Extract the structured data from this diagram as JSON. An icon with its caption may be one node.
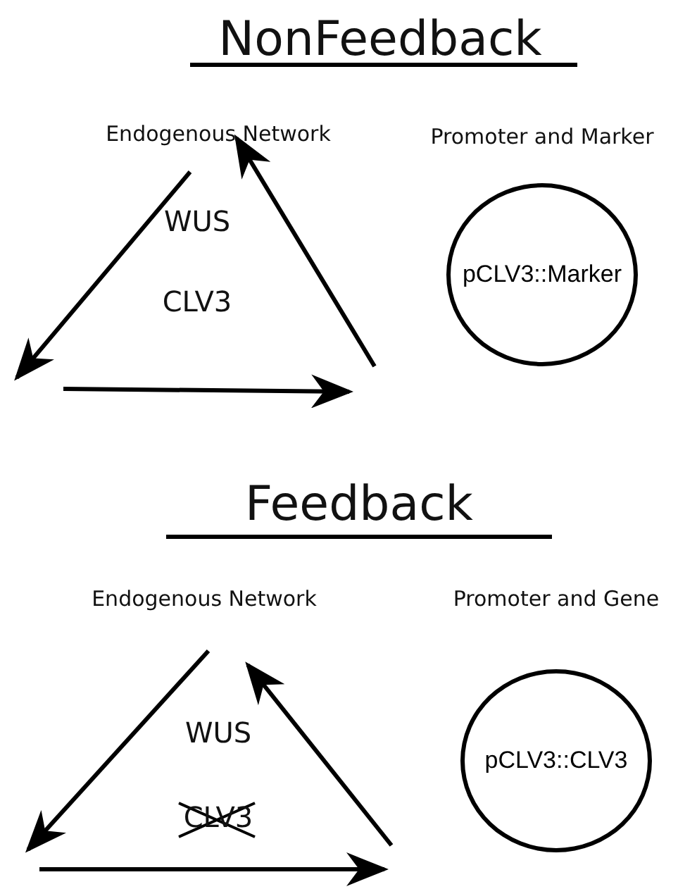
{
  "diagram": {
    "nodes": [
      {
        "text": [
          "Promoter and Marker",
          "pCLV3::Marker"
        ]
      },
      {
        "text": [
          "Promoter and Gene",
          "pCLV3::CLV3"
        ]
      }
    ],
    "labels": [
      "NonFeedback",
      "Endogenous Network",
      "WUS",
      "CLV3",
      "Feedback",
      "Endogenous Network",
      "WUS",
      "CLV3"
    ]
  }
}
